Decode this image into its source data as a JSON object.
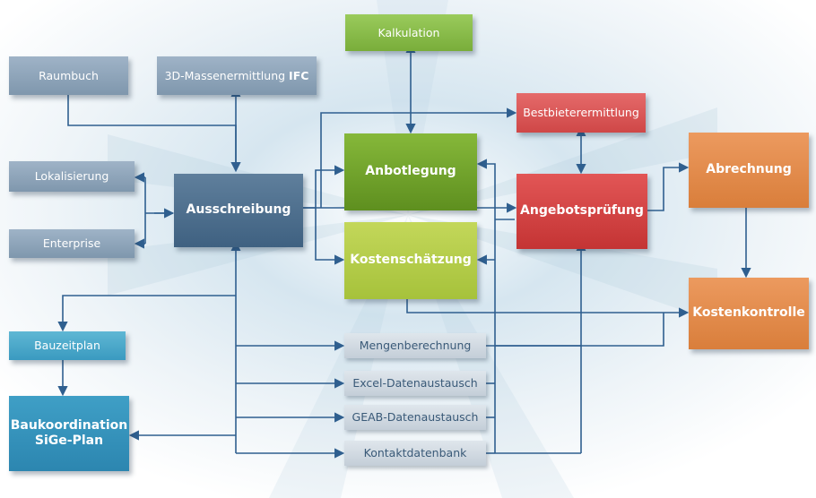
{
  "nodes": {
    "kalkulation": "Kalkulation",
    "raumbuch": "Raumbuch",
    "massenermittlung_prefix": "3D-Massenermittlung",
    "massenermittlung_suffix": "IFC",
    "bestbieterermittlung": "Bestbieterermittlung",
    "lokalisierung": "Lokalisierung",
    "ausschreibung": "Ausschreibung",
    "angebotslegung": "Anbotlegung",
    "angebotspruefung": "Angebotsprüfung",
    "abrechnung": "Abrechnung",
    "enterprise": "Enterprise",
    "kostenschaetzung": "Kostenschätzung",
    "kostenkontrolle": "Kostenkontrolle",
    "bauzeitplan": "Bauzeitplan",
    "mengenberechnung": "Mengenberechnung",
    "excel": "Excel-Datenaustausch",
    "geab": "GEAB-Datenaustausch",
    "baukoordination_line1": "Baukoordination",
    "baukoordination_line2": "SiGe-Plan",
    "kontaktdatenbank": "Kontaktdatenbank"
  },
  "colors": {
    "slate": "#8aa1b6",
    "ausschreibung": "#4d6f8f",
    "green": "#6fa12b",
    "lime": "#b3cc45",
    "red": "#d44444",
    "orange": "#e08a4a",
    "teal": "#4aa8cc",
    "silver": "#d2dae2",
    "connector": "#2f5f8f"
  }
}
